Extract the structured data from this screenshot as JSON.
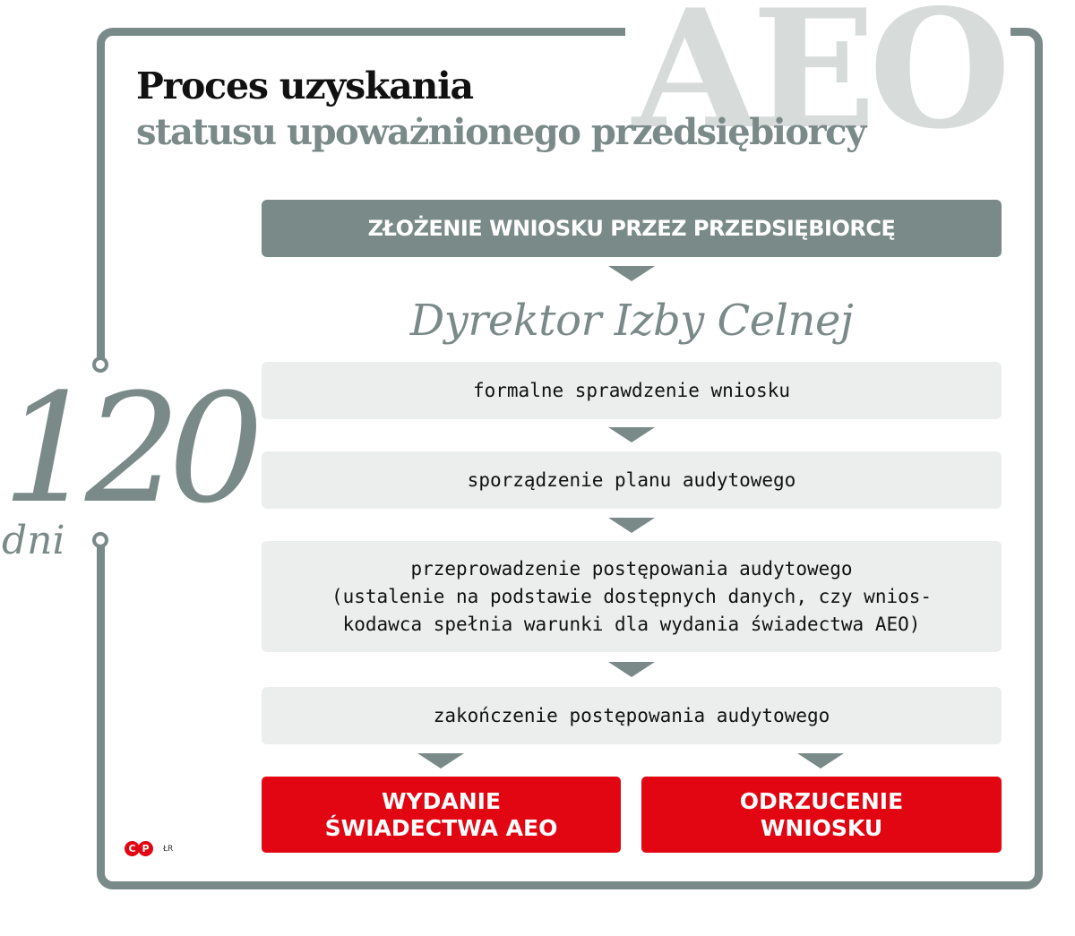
{
  "watermark": "AEO",
  "title": {
    "line1": "Proces uzyskania",
    "line2": "statusu upoważnionego przedsiębiorcy"
  },
  "duration": {
    "number": "120",
    "unit": "dni"
  },
  "step_submit": "ZŁOŻENIE WNIOSKU PRZEZ PRZEDSIĘBIORCĘ",
  "authority": "Dyrektor Izby Celnej",
  "steps": [
    "formalne sprawdzenie wniosku",
    "sporządzenie planu audytowego",
    "przeprowadzenie postępowania audytowego",
    "zakończenie postępowania audytowego"
  ],
  "step3_note": {
    "line1": "(ustalenie na podstawie dostępnych danych, czy wnios-",
    "line2": "kodawca spełnia warunki dla wydania świadectwa AEO)"
  },
  "outcomes": {
    "issue": {
      "line1": "WYDANIE",
      "line2": "ŚWIADECTWA AEO"
    },
    "reject": {
      "line1": "ODRZUCENIE",
      "line2": "WNIOSKU"
    }
  },
  "logo": {
    "c": "C",
    "p": "P"
  },
  "credit": "ŁR",
  "colors": {
    "gray": "#7a8a88",
    "light_box": "#eceeed",
    "red": "#e20613",
    "watermark": "#d7dcdb"
  }
}
